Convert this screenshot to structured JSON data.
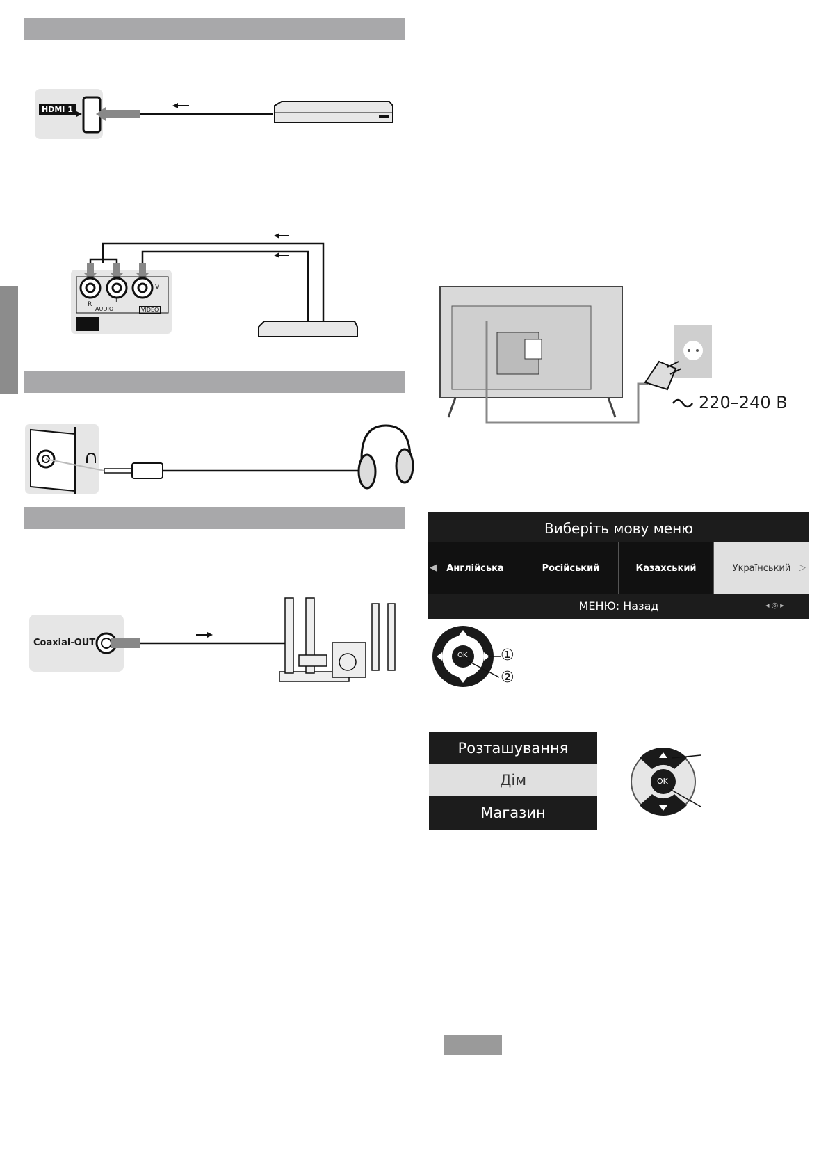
{
  "hdmi": {
    "port_label": "HDMI 1"
  },
  "av": {
    "r_label": "R",
    "l_label": "L",
    "v_label": "V",
    "audio_label": "AUDIO",
    "video_label": "VIDEO"
  },
  "coaxial": {
    "port_label": "Coaxial-OUT"
  },
  "power": {
    "voltage_label": "220–240 В"
  },
  "language_menu": {
    "title": "Виберіть мову меню",
    "options": [
      "Англійська",
      "Російський",
      "Казахський",
      "Український"
    ],
    "footer": "МЕНЮ: Назад",
    "callouts": [
      "①",
      "②"
    ]
  },
  "remote": {
    "ok_label": "OK"
  },
  "location_menu": {
    "items": [
      "Розташування",
      "Дім",
      "Магазин"
    ]
  },
  "colors": {
    "section_bar": "#a8a8aa",
    "menu_bg": "#1c1c1c",
    "menu_selected": "#e0e0e0"
  }
}
